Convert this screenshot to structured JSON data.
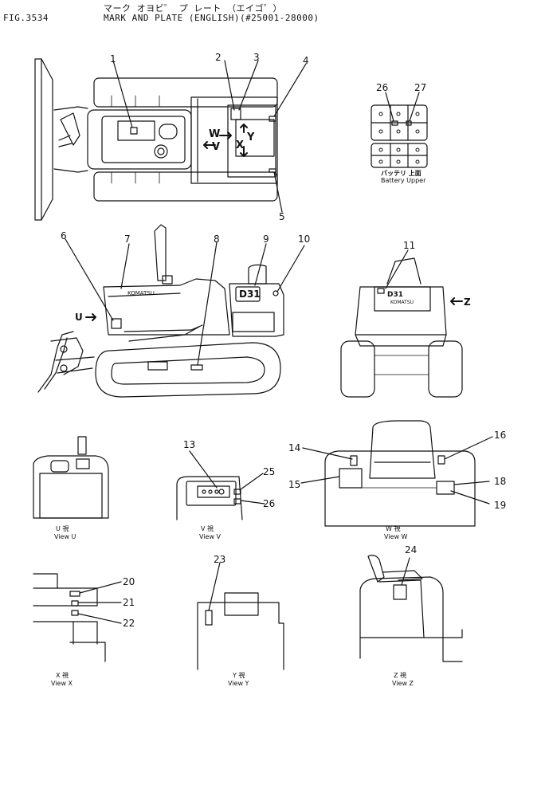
{
  "header": {
    "fig_number": "FIG.3534",
    "title_jp": "マーク オヨビ゜ プ レート （エイゴ゜）",
    "title_en": "MARK AND PLATE (ENGLISH)(#25001-28000)"
  },
  "callouts": [
    "1",
    "2",
    "3",
    "4",
    "5",
    "6",
    "7",
    "8",
    "9",
    "10",
    "11",
    "13",
    "14",
    "15",
    "16",
    "18",
    "19",
    "20",
    "21",
    "22",
    "23",
    "24",
    "25",
    "26",
    "26",
    "27"
  ],
  "top_view_letters": {
    "w": "W",
    "v": "V",
    "x": "X",
    "y": "Y"
  },
  "side_view": {
    "u": "U",
    "brand": "KOMATSU",
    "model": "D31"
  },
  "rear_view": {
    "z": "Z",
    "model": "D31",
    "brand": "KOMATSU"
  },
  "battery": {
    "label_jp": "バッテリ 上面",
    "label_en": "Battery Upper"
  },
  "view_captions": {
    "u": {
      "jp": "U 視",
      "en": "View U"
    },
    "v": {
      "jp": "V 視",
      "en": "View V"
    },
    "w": {
      "jp": "W 視",
      "en": "View W"
    },
    "x": {
      "jp": "X 視",
      "en": "View X"
    },
    "y": {
      "jp": "Y 視",
      "en": "View Y"
    },
    "z": {
      "jp": "Z 視",
      "en": "View Z"
    }
  },
  "colors": {
    "line": "#111111",
    "background": "#ffffff"
  }
}
